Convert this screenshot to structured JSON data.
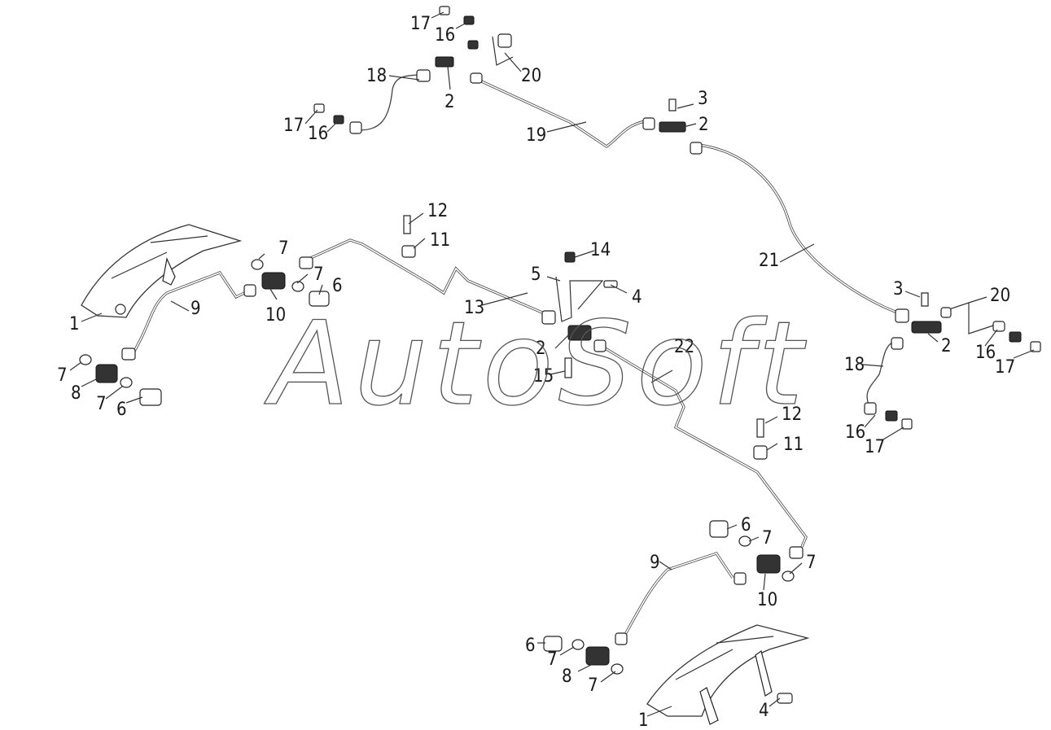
{
  "diagram": {
    "watermark": "AutoSoft",
    "callouts": {
      "top_17a": "17",
      "top_16a": "16",
      "top_20a": "20",
      "top_18": "18",
      "top_2a": "2",
      "top_17b": "17",
      "top_16b": "16",
      "top_19": "19",
      "top_3a": "3",
      "top_2b": "2",
      "mid_12a": "12",
      "mid_11a": "11",
      "mid_14": "14",
      "mid_5": "5",
      "mid_4a": "4",
      "mid_13": "13",
      "mid_2c": "2",
      "mid_15": "15",
      "mid_22": "22",
      "left_7a": "7",
      "left_7b": "7",
      "left_6a": "6",
      "left_10": "10",
      "left_9": "9",
      "left_1": "1",
      "left_7c": "7",
      "left_8": "8",
      "left_7d": "7",
      "left_6b": "6",
      "right_21": "21",
      "right_3": "3",
      "right_20": "20",
      "right_2": "2",
      "right_18": "18",
      "right_16a": "16",
      "right_17a": "17",
      "right_16b": "16",
      "right_17b": "17",
      "low_12": "12",
      "low_11": "11",
      "bot_6a": "6",
      "bot_7a": "7",
      "bot_7b": "7",
      "bot_9": "9",
      "bot_10": "10",
      "bot_6b": "6",
      "bot_7c": "7",
      "bot_8": "8",
      "bot_7d": "7",
      "bot_1": "1",
      "bot_4": "4"
    }
  }
}
